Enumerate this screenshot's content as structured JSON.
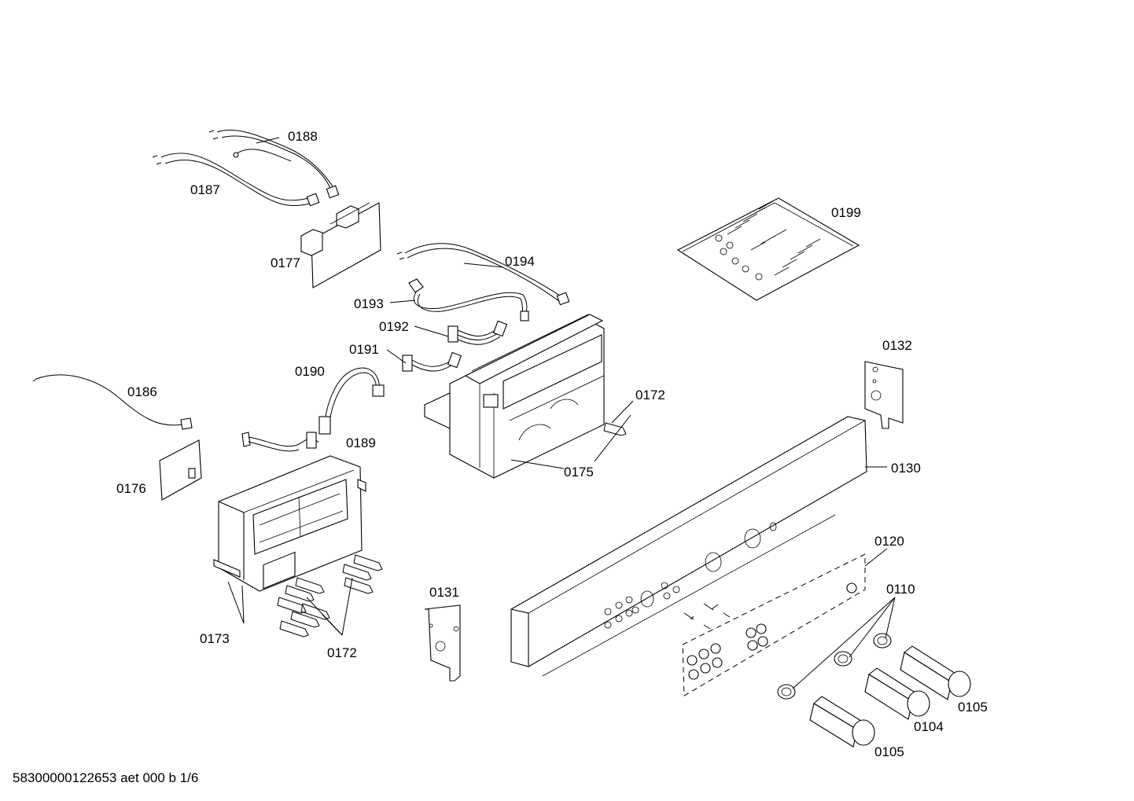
{
  "part_labels": {
    "p0188": "0188",
    "p0187": "0187",
    "p0177": "0177",
    "p0194": "0194",
    "p0193": "0193",
    "p0192": "0192",
    "p0191": "0191",
    "p0190": "0190",
    "p0186": "0186",
    "p0189": "0189",
    "p0176": "0176",
    "p0173": "0173",
    "p0172a": "0172",
    "p0172b": "0172",
    "p0175": "0175",
    "p0199": "0199",
    "p0132": "0132",
    "p0130": "0130",
    "p0120": "0120",
    "p0131": "0131",
    "p0110": "0110",
    "p0105a": "0105",
    "p0104": "0104",
    "p0105b": "0105"
  },
  "footer": "58300000122653 aet 000 b 1/6"
}
